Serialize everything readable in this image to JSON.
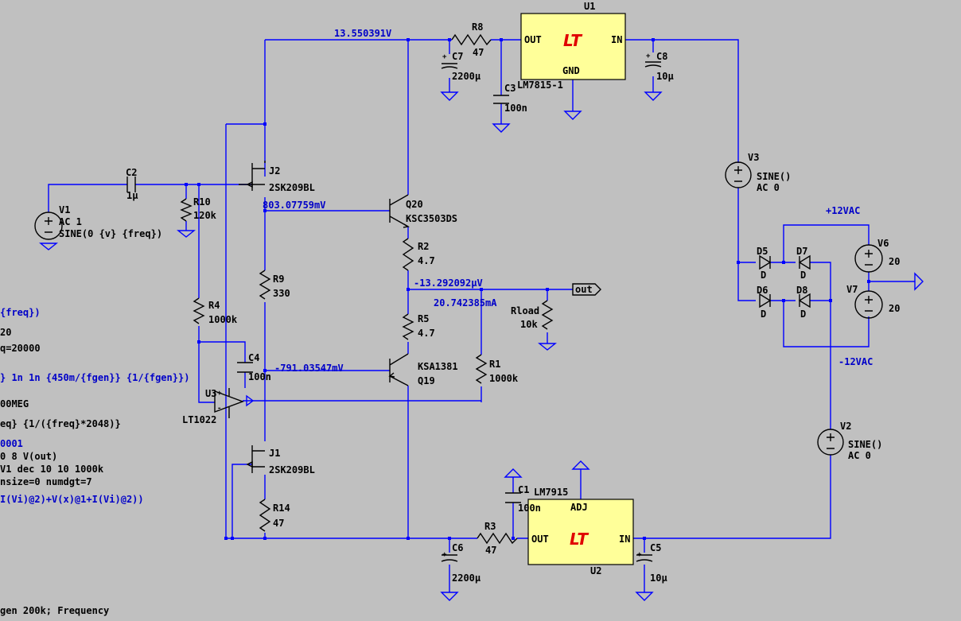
{
  "node_labels": {
    "n_vplus": "13.550391V",
    "n_q20_base": "803.07759mV",
    "n_mid": "-13.292092µV",
    "i_load": "20.742385mA",
    "n_q19_base": "-791.03547mV",
    "net_out": "out",
    "plus12": "+12VAC",
    "minus12": "-12VAC"
  },
  "components": {
    "U1": {
      "ref": "U1",
      "part": "LM7815-1",
      "out": "OUT",
      "in": "IN",
      "gnd": "GND"
    },
    "U2": {
      "ref": "U2",
      "part": "LM7915",
      "out": "OUT",
      "in": "IN",
      "adj": "ADJ"
    },
    "R8": {
      "ref": "R8",
      "value": "47"
    },
    "C7": {
      "ref": "C7",
      "value": "2200µ"
    },
    "C3": {
      "ref": "C3",
      "value": "100n"
    },
    "C8": {
      "ref": "C8",
      "value": "10µ"
    },
    "V3": {
      "ref": "V3",
      "line1": "SINE()",
      "line2": "AC 0"
    },
    "V2": {
      "ref": "V2",
      "line1": "SINE()",
      "line2": "AC 0"
    },
    "V1": {
      "ref": "V1",
      "line1": "AC 1",
      "line2": "SINE(0 {v} {freq})"
    },
    "C2": {
      "ref": "C2",
      "value": "1µ"
    },
    "R10": {
      "ref": "R10",
      "value": "120k"
    },
    "J2": {
      "ref": "J2",
      "part": "2SK209BL"
    },
    "J1": {
      "ref": "J1",
      "part": "2SK209BL"
    },
    "Q20": {
      "ref": "Q20",
      "part": "KSC3503DS"
    },
    "Q19": {
      "ref": "Q19",
      "part": "KSA1381"
    },
    "R2": {
      "ref": "R2",
      "value": "4.7"
    },
    "R5": {
      "ref": "R5",
      "value": "4.7"
    },
    "R9": {
      "ref": "R9",
      "value": "330"
    },
    "R4": {
      "ref": "R4",
      "value": "1000k"
    },
    "C4": {
      "ref": "C4",
      "value": "100n"
    },
    "U3": {
      "ref": "U3",
      "part": "LT1022"
    },
    "R1": {
      "ref": "R1",
      "value": "1000k"
    },
    "Rload": {
      "ref": "Rload",
      "value": "10k"
    },
    "R14": {
      "ref": "R14",
      "value": "47"
    },
    "R3": {
      "ref": "R3",
      "value": "47"
    },
    "C1": {
      "ref": "C1",
      "value": "100n"
    },
    "C6": {
      "ref": "C6",
      "value": "2200µ"
    },
    "C5": {
      "ref": "C5",
      "value": "10µ"
    },
    "D5": {
      "ref": "D5",
      "value": "D"
    },
    "D6": {
      "ref": "D6",
      "value": "D"
    },
    "D7": {
      "ref": "D7",
      "value": "D"
    },
    "D8": {
      "ref": "D8",
      "value": "D"
    },
    "V6": {
      "ref": "V6",
      "value": "20"
    },
    "V7": {
      "ref": "V7",
      "value": "20"
    }
  },
  "directives": [
    "{freq})",
    "20",
    "q=20000",
    "} 1n 1n {450m/{fgen}} {1/{fgen}})",
    "00MEG",
    "eq} {1/({freq}*2048)}",
    "0001",
    "0 8 V(out)",
    "V1 dec 10 10 1000k",
    "nsize=0 numdgt=7",
    "I(Vi)@2)+V(x)@1+I(Vi)@2))",
    "gen 200k; Frequency"
  ],
  "colors": {
    "background": "#c0c0c0",
    "wire": "#0000ff",
    "component": "#000000",
    "chip": "#ffff99",
    "logo": "#e00000"
  }
}
